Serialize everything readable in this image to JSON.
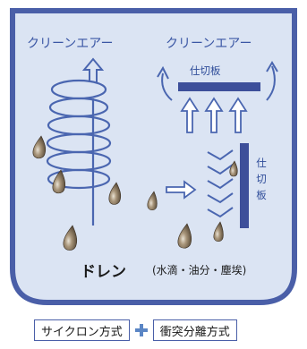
{
  "labels": {
    "clean_air_left": "クリーンエアー",
    "clean_air_right": "クリーンエアー",
    "partition_horizontal": "仕切板",
    "partition_vertical": "仕切板",
    "drain": "ドレン",
    "drain_detail": "(水滴・油分・塵埃)"
  },
  "methods": {
    "cyclone": "サイクロン方式",
    "collision": "衝突分離方式"
  },
  "colors": {
    "panel_fill": "#dbe4f3",
    "panel_border": "#4a5fa8",
    "arrow": "#4a66b0",
    "partition": "#3d4f9a",
    "droplet": "#7a6a55",
    "plus": "#5b86c5"
  }
}
